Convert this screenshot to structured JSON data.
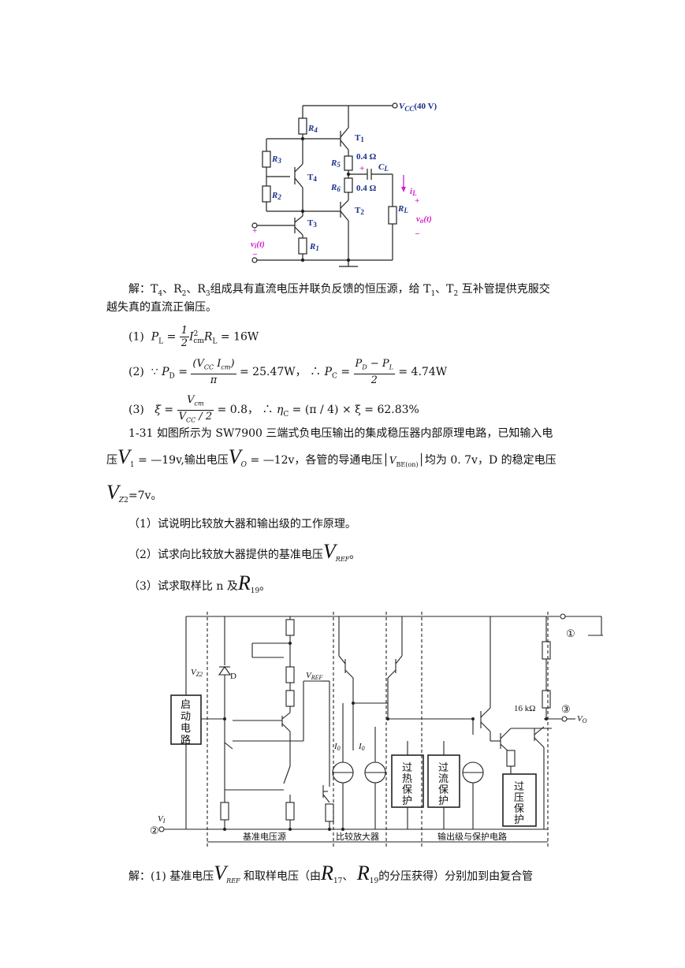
{
  "fig1": {
    "vcc": "V",
    "vcc_sub": "CC",
    "vcc_val": "(40 V)",
    "r4": "R",
    "r4s": "4",
    "r3": "R",
    "r3s": "3",
    "r2": "R",
    "r2s": "2",
    "r1": "R",
    "r1s": "1",
    "r5": "R",
    "r5s": "5",
    "r6": "R",
    "r6s": "6",
    "r5v": "0.4 Ω",
    "r6v": "0.4 Ω",
    "cl": "C",
    "cls": "L",
    "rl": "R",
    "rls": "L",
    "t1": "T",
    "t1s": "1",
    "t2": "T",
    "t2s": "2",
    "t3": "T",
    "t3s": "3",
    "t4": "T",
    "t4s": "4",
    "il": "i",
    "ils": "L",
    "vo": "v",
    "vos": "o",
    "vot": "(t)",
    "vi": "v",
    "vis": "i",
    "vit": "(t)",
    "plus": "+",
    "minus": "−"
  },
  "text": {
    "sol1_a": "解：T",
    "sol1_b": "4",
    "sol1_c": "、R",
    "sol1_d": "2",
    "sol1_e": "、R",
    "sol1_f": "3",
    "sol1_g": "组成具有直流电压并联负反馈的恒压源，给 T",
    "sol1_h": "1",
    "sol1_i": "、T",
    "sol1_j": "2",
    "sol1_k": " 互补管提供克服交",
    "sol1_line2": "越失真的直流正偏压。",
    "eq1_label": "(1)",
    "eq1_result": "= 16W",
    "eq2_label": "(2)",
    "eq2_mid": "= 25.47W，",
    "eq2_result": "= 4.74W",
    "eq3_label": "(3)",
    "eq3_mid": "= 0.8，",
    "eq3_result": "= (π / 4) × ξ = 62.83%",
    "prob_line1": "1-31 如图所示为 SW7900 三端式负电压输出的集成稳压器内部原理电路，已知输入电",
    "prob_line2a": "压",
    "prob_line2b": "= —19v,输出电压",
    "prob_line2c": "= —12v，各管的导通电压│",
    "prob_line2d": "│均为 0. 7v，D 的稳定电压",
    "prob_line3": "=7v。",
    "q1": "（1）试说明比较放大器和输出级的工作原理。",
    "q2": "（2）试求向比较放大器提供的基准电压",
    "q3": "（3）试求取样比 n 及",
    "sol2a": "解：(1) 基准电压",
    "sol2b": "和取样电压（由",
    "sol2c": "、",
    "sol2d": "的分压获得）分别加到由复合管"
  },
  "fig2": {
    "startup": [
      "启",
      "动",
      "电",
      "路"
    ],
    "overheat": [
      "过",
      "热",
      "保",
      "护"
    ],
    "overcurrent": [
      "过",
      "流",
      "保",
      "护"
    ],
    "overvolt": [
      "过",
      "压",
      "保",
      "护"
    ],
    "bottom_ref": "基准电压源",
    "bottom_amp": "比较放大器",
    "bottom_out": "输出级与保护电路",
    "r17v": "16 kΩ",
    "vo": "V",
    "vos": "O",
    "vrefl": "V",
    "vrefs": "REF",
    "vz2": "V",
    "vz2s": "Z2",
    "d": "D",
    "vi": "V",
    "vis": "I",
    "n1": "①",
    "n2": "②",
    "n3": "③",
    "i0": "I",
    "i0s": "0"
  }
}
